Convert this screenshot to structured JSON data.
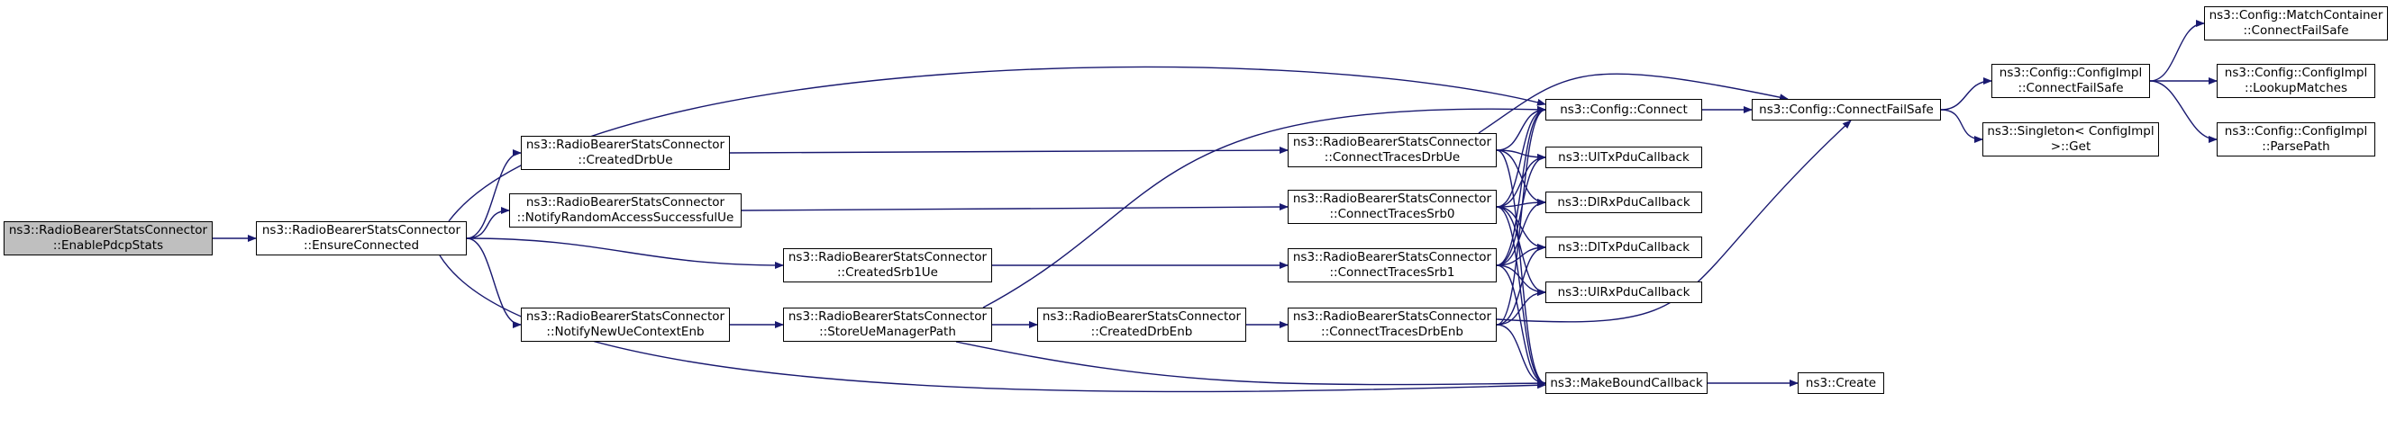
{
  "colors": {
    "edge": "#191970",
    "node_border": "#000000",
    "node_fill": "#ffffff",
    "root_fill": "#bfbfbf"
  },
  "nodes": [
    {
      "id": "n0",
      "lines": [
        "ns3::RadioBearerStatsConnector",
        "::EnablePdcpStats"
      ],
      "root": true
    },
    {
      "id": "n1",
      "lines": [
        "ns3::RadioBearerStatsConnector",
        "::EnsureConnected"
      ]
    },
    {
      "id": "n2",
      "lines": [
        "ns3::RadioBearerStatsConnector",
        "::CreatedDrbUe"
      ]
    },
    {
      "id": "n3",
      "lines": [
        "ns3::RadioBearerStatsConnector",
        "::NotifyRandomAccessSuccessfulUe"
      ]
    },
    {
      "id": "n4",
      "lines": [
        "ns3::RadioBearerStatsConnector",
        "::CreatedSrb1Ue"
      ]
    },
    {
      "id": "n5",
      "lines": [
        "ns3::RadioBearerStatsConnector",
        "::NotifyNewUeContextEnb"
      ]
    },
    {
      "id": "n6",
      "lines": [
        "ns3::RadioBearerStatsConnector",
        "::StoreUeManagerPath"
      ]
    },
    {
      "id": "n7",
      "lines": [
        "ns3::RadioBearerStatsConnector",
        "::CreatedDrbEnb"
      ]
    },
    {
      "id": "n8",
      "lines": [
        "ns3::RadioBearerStatsConnector",
        "::ConnectTracesDrbUe"
      ]
    },
    {
      "id": "n9",
      "lines": [
        "ns3::RadioBearerStatsConnector",
        "::ConnectTracesSrb0"
      ]
    },
    {
      "id": "n10",
      "lines": [
        "ns3::RadioBearerStatsConnector",
        "::ConnectTracesSrb1"
      ]
    },
    {
      "id": "n11",
      "lines": [
        "ns3::RadioBearerStatsConnector",
        "::ConnectTracesDrbEnb"
      ]
    },
    {
      "id": "n12",
      "lines": [
        "ns3::Config::Connect"
      ]
    },
    {
      "id": "n13",
      "lines": [
        "ns3::UlTxPduCallback"
      ]
    },
    {
      "id": "n14",
      "lines": [
        "ns3::DlRxPduCallback"
      ]
    },
    {
      "id": "n15",
      "lines": [
        "ns3::DlTxPduCallback"
      ]
    },
    {
      "id": "n16",
      "lines": [
        "ns3::UlRxPduCallback"
      ]
    },
    {
      "id": "n17",
      "lines": [
        "ns3::MakeBoundCallback"
      ]
    },
    {
      "id": "n18",
      "lines": [
        "ns3::Create"
      ]
    },
    {
      "id": "n19",
      "lines": [
        "ns3::Config::ConnectFailSafe"
      ]
    },
    {
      "id": "n20",
      "lines": [
        "ns3::Config::ConfigImpl",
        "::ConnectFailSafe"
      ]
    },
    {
      "id": "n21",
      "lines": [
        "ns3::Singleton< ConfigImpl",
        " >::Get"
      ]
    },
    {
      "id": "n22",
      "lines": [
        "ns3::Config::MatchContainer",
        "::ConnectFailSafe"
      ]
    },
    {
      "id": "n23",
      "lines": [
        "ns3::Config::ConfigImpl",
        "::LookupMatches"
      ]
    },
    {
      "id": "n24",
      "lines": [
        "ns3::Config::ConfigImpl",
        "::ParsePath"
      ]
    }
  ],
  "edges": [
    [
      "n0",
      "n1"
    ],
    [
      "n1",
      "n2"
    ],
    [
      "n1",
      "n3"
    ],
    [
      "n1",
      "n4"
    ],
    [
      "n1",
      "n5"
    ],
    [
      "n1",
      "n12"
    ],
    [
      "n1",
      "n17"
    ],
    [
      "n2",
      "n8"
    ],
    [
      "n3",
      "n9"
    ],
    [
      "n4",
      "n10"
    ],
    [
      "n5",
      "n6"
    ],
    [
      "n6",
      "n7"
    ],
    [
      "n6",
      "n12"
    ],
    [
      "n6",
      "n17"
    ],
    [
      "n7",
      "n11"
    ],
    [
      "n8",
      "n12"
    ],
    [
      "n8",
      "n13"
    ],
    [
      "n8",
      "n14"
    ],
    [
      "n8",
      "n17"
    ],
    [
      "n8",
      "n19"
    ],
    [
      "n9",
      "n12"
    ],
    [
      "n9",
      "n13"
    ],
    [
      "n9",
      "n14"
    ],
    [
      "n9",
      "n15"
    ],
    [
      "n9",
      "n16"
    ],
    [
      "n9",
      "n17"
    ],
    [
      "n10",
      "n12"
    ],
    [
      "n10",
      "n13"
    ],
    [
      "n10",
      "n14"
    ],
    [
      "n10",
      "n15"
    ],
    [
      "n10",
      "n16"
    ],
    [
      "n10",
      "n17"
    ],
    [
      "n11",
      "n12"
    ],
    [
      "n11",
      "n15"
    ],
    [
      "n11",
      "n16"
    ],
    [
      "n11",
      "n17"
    ],
    [
      "n11",
      "n19"
    ],
    [
      "n12",
      "n19"
    ],
    [
      "n17",
      "n18"
    ],
    [
      "n19",
      "n20"
    ],
    [
      "n19",
      "n21"
    ],
    [
      "n20",
      "n22"
    ],
    [
      "n20",
      "n23"
    ],
    [
      "n20",
      "n24"
    ]
  ]
}
